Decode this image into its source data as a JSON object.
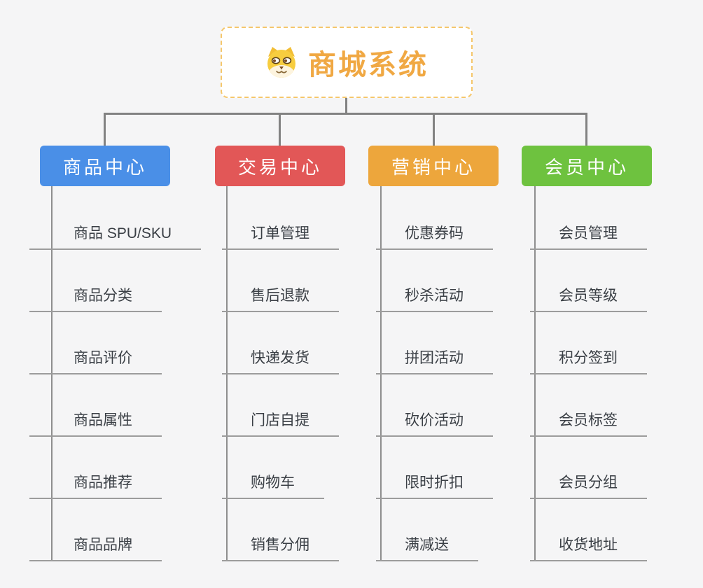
{
  "app": {
    "background_color": "#F5F5F6",
    "connector_color": "#828282",
    "underline_color": "#9C9C9C",
    "node_text_color": "#3A3F45"
  },
  "root": {
    "title": "商城系统",
    "icon": "doge-icon",
    "accent_color": "#F0A843",
    "border_color": "#F5C76C"
  },
  "branches": [
    {
      "label": "商品中心",
      "color": "#4A8FE7",
      "items": [
        "商品 SPU/SKU",
        "商品分类",
        "商品评价",
        "商品属性",
        "商品推荐",
        "商品品牌"
      ]
    },
    {
      "label": "交易中心",
      "color": "#E25757",
      "items": [
        "订单管理",
        "售后退款",
        "快递发货",
        "门店自提",
        "购物车",
        "销售分佣"
      ]
    },
    {
      "label": "营销中心",
      "color": "#EDA63C",
      "items": [
        "优惠券码",
        "秒杀活动",
        "拼团活动",
        "砍价活动",
        "限时折扣",
        "满减送"
      ]
    },
    {
      "label": "会员中心",
      "color": "#6EC23F",
      "items": [
        "会员管理",
        "会员等级",
        "积分签到",
        "会员标签",
        "会员分组",
        "收货地址"
      ]
    }
  ]
}
